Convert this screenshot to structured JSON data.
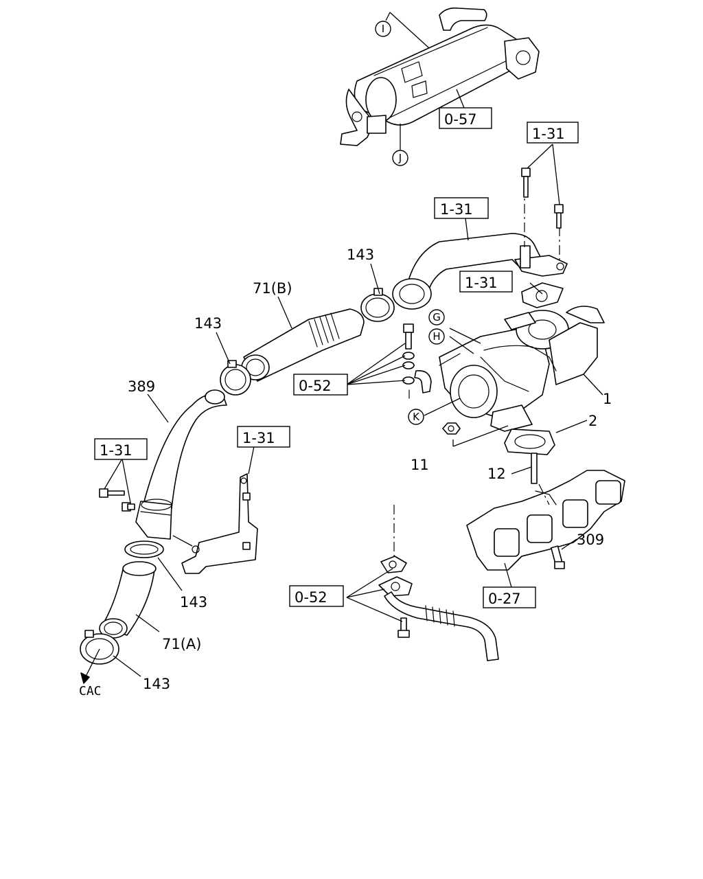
{
  "callouts": {
    "c1": "1",
    "c2": "2",
    "c11": "11",
    "c12": "12",
    "c143_a": "143",
    "c143_b": "143",
    "c143_c": "143",
    "c143_d": "143",
    "c309": "309",
    "c389": "389",
    "c71a": "71(A)",
    "c71b": "71(B)",
    "cac": "CAC"
  },
  "references": {
    "r057": "0-57",
    "r131_top": "1-31",
    "r131_upper": "1-31",
    "r131_mid": "1-31",
    "r131_left": "1-31",
    "r131_bracket": "1-31",
    "r052_upper": "0-52",
    "r052_lower": "0-52",
    "r027": "0-27"
  },
  "markers": {
    "mI": "I",
    "mJ": "J",
    "mG": "G",
    "mH": "H",
    "mK": "K"
  }
}
